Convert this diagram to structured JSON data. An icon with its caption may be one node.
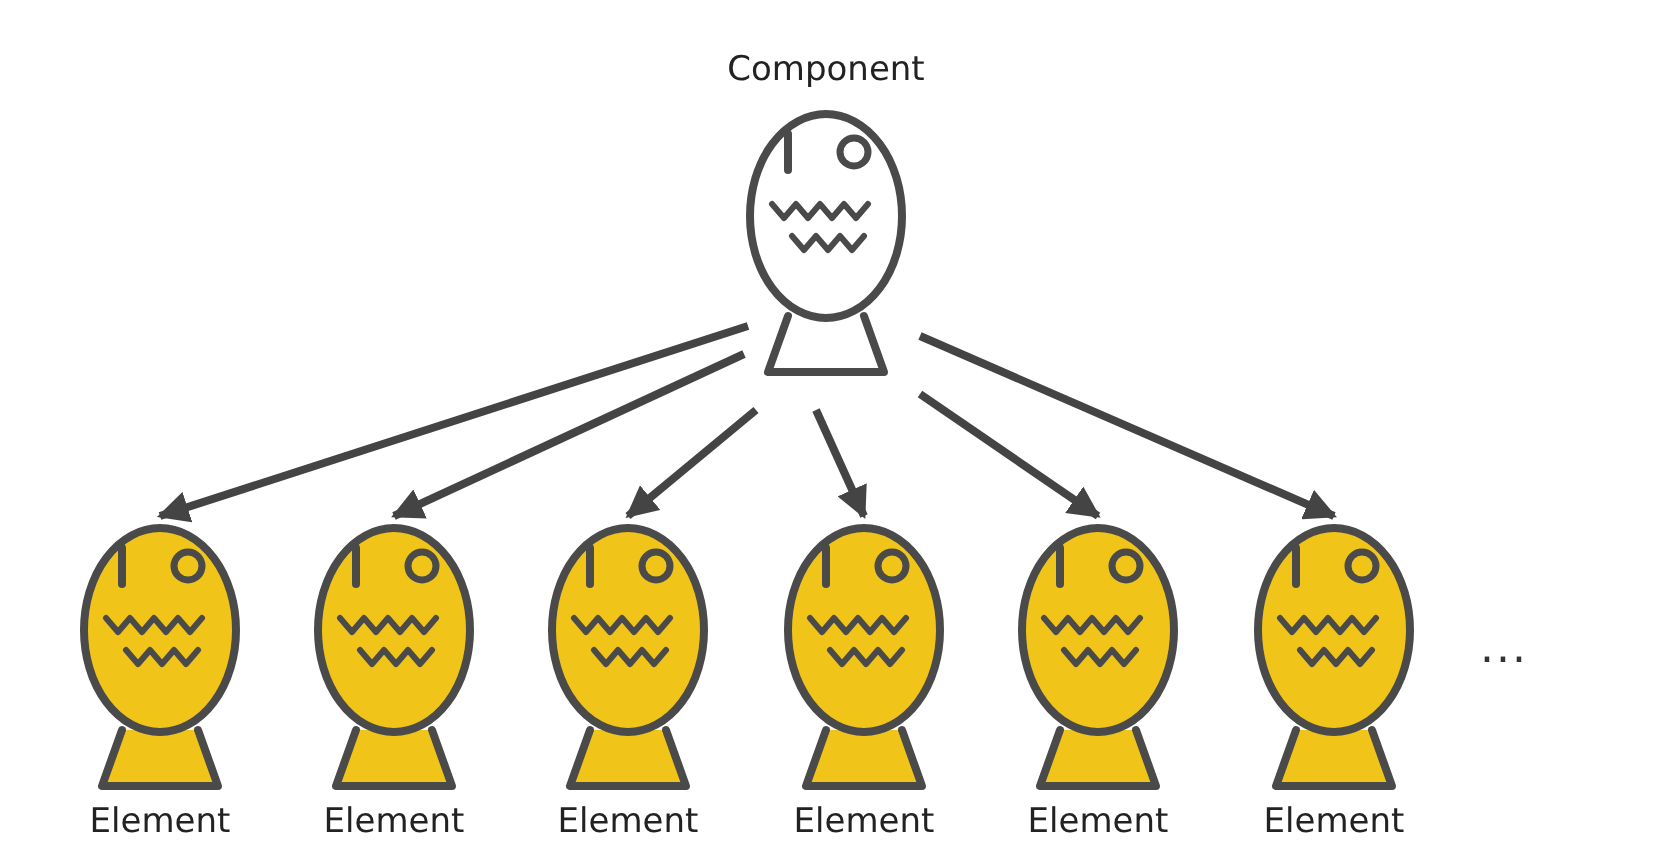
{
  "diagram": {
    "nodes": [
      {
        "text": [
          "Component"
        ]
      },
      {
        "text": [
          "Element"
        ]
      },
      {
        "text": [
          "Element"
        ]
      },
      {
        "text": [
          "Element"
        ]
      },
      {
        "text": [
          "Element"
        ]
      },
      {
        "text": [
          "Element"
        ]
      },
      {
        "text": [
          "Element"
        ]
      }
    ],
    "edges": [
      {
        "from": 0,
        "to": 1,
        "arrow": "to"
      },
      {
        "from": 0,
        "to": 2,
        "arrow": "to"
      },
      {
        "from": 0,
        "to": 3,
        "arrow": "to"
      },
      {
        "from": 0,
        "to": 4,
        "arrow": "to"
      },
      {
        "from": 0,
        "to": 5,
        "arrow": "to"
      },
      {
        "from": 0,
        "to": 6,
        "arrow": "to"
      }
    ],
    "labels": [
      "..."
    ]
  }
}
